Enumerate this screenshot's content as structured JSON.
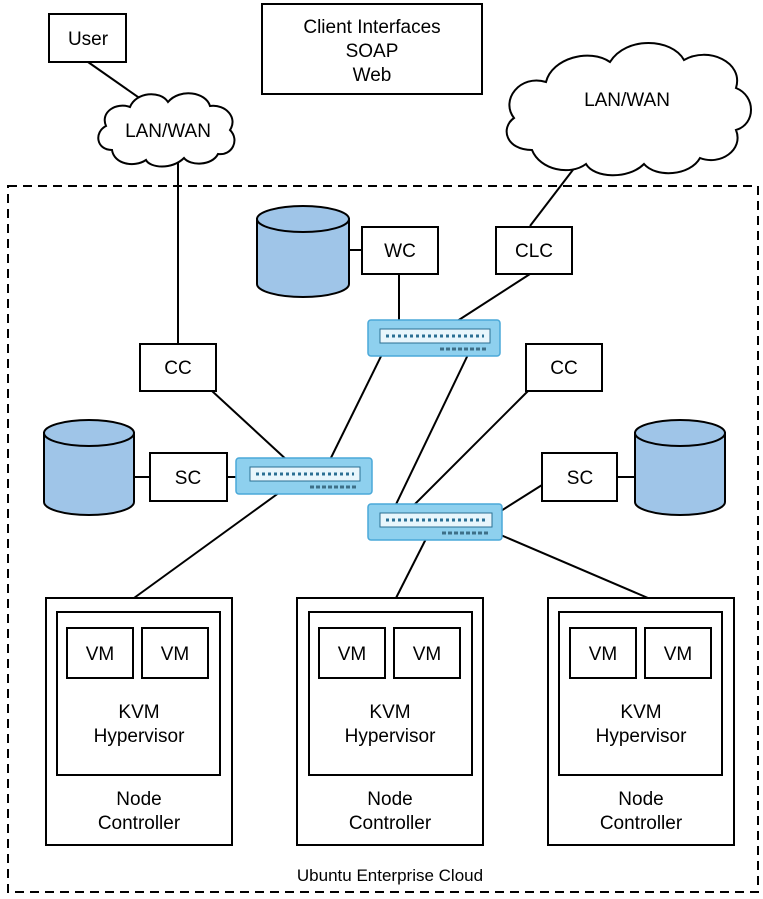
{
  "colors": {
    "storage_fill": "#9fc5e8",
    "switch_fill": "#8ed0ee",
    "switch_edge": "#4aa8d8",
    "line": "#000000"
  },
  "user": "User",
  "client_interfaces": {
    "line1": "Client Interfaces",
    "line2": "SOAP",
    "line3": "Web"
  },
  "networks": {
    "left": "LAN/WAN",
    "right": "LAN/WAN"
  },
  "controllers": {
    "wc": "WC",
    "clc": "CLC",
    "cc_left": "CC",
    "cc_right": "CC",
    "sc_left": "SC",
    "sc_right": "SC"
  },
  "nodes": [
    {
      "vm1": "VM",
      "vm2": "VM",
      "hv1": "KVM",
      "hv2": "Hypervisor",
      "nc1": "Node",
      "nc2": "Controller"
    },
    {
      "vm1": "VM",
      "vm2": "VM",
      "hv1": "KVM",
      "hv2": "Hypervisor",
      "nc1": "Node",
      "nc2": "Controller"
    },
    {
      "vm1": "VM",
      "vm2": "VM",
      "hv1": "KVM",
      "hv2": "Hypervisor",
      "nc1": "Node",
      "nc2": "Controller"
    }
  ],
  "cloud_label": "Ubuntu Enterprise Cloud"
}
